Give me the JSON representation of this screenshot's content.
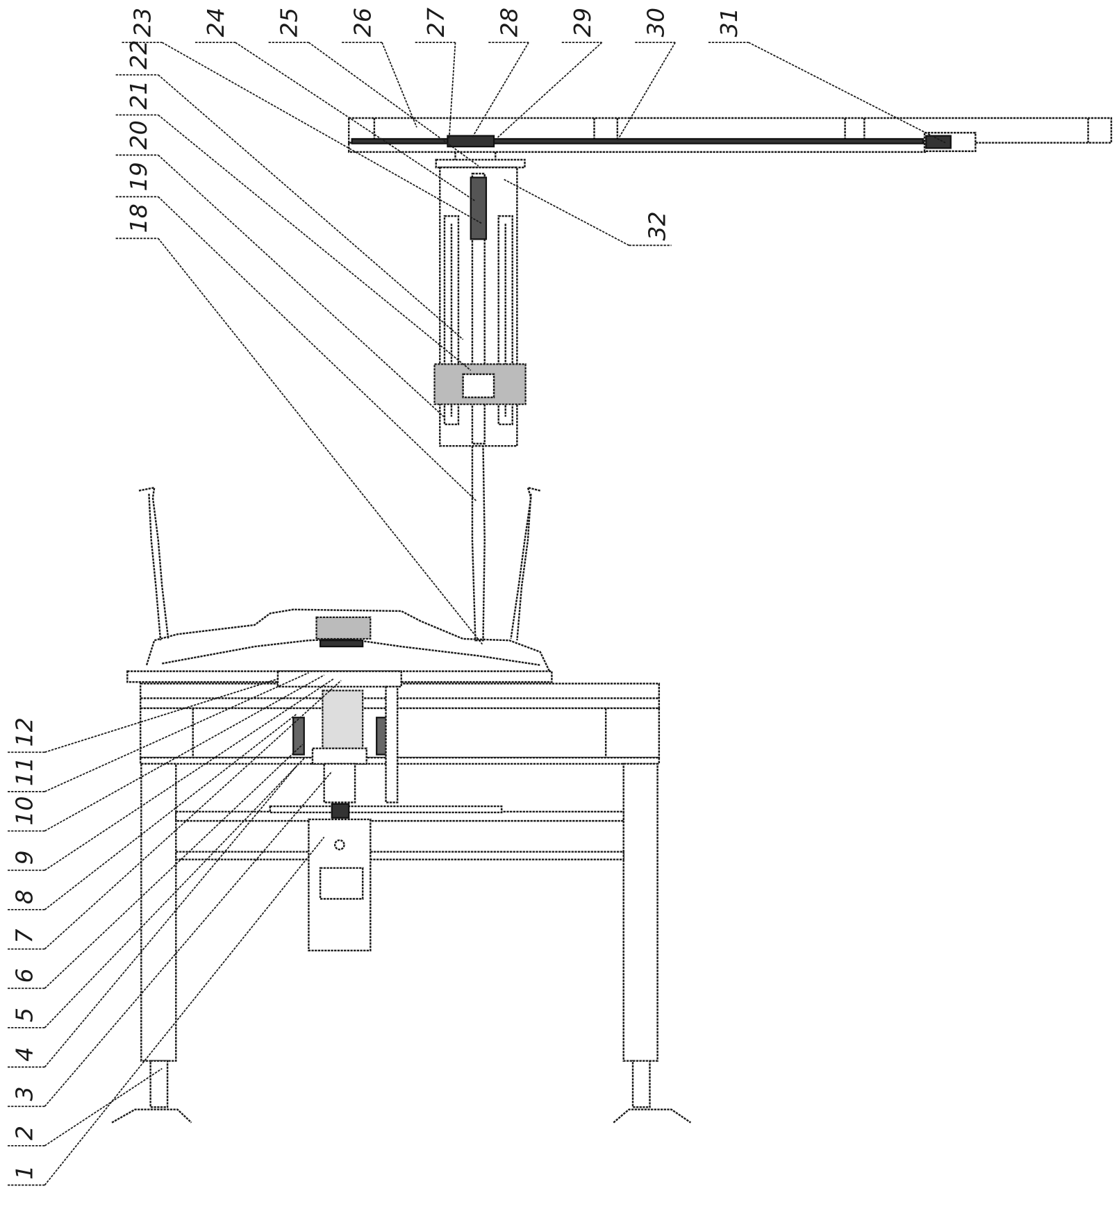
{
  "figure": {
    "top_labels": [
      "23",
      "24",
      "25",
      "26",
      "27",
      "28",
      "29",
      "30",
      "31"
    ],
    "left_labels": [
      "22",
      "21",
      "20",
      "19",
      "18"
    ],
    "side_label": "32",
    "bottom_labels": [
      "12",
      "11",
      "10",
      "9",
      "8",
      "7",
      "6",
      "5",
      "4",
      "3",
      "2",
      "1"
    ]
  }
}
